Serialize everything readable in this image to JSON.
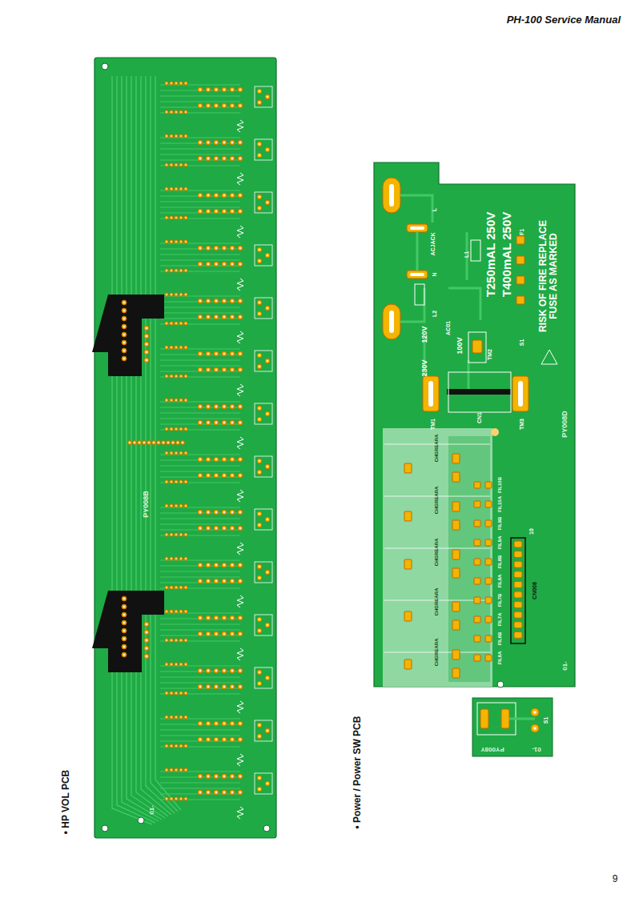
{
  "diagram": {
    "title": "PH-100 Service Manual",
    "nodes": [
      {
        "text": [
          "• HP VOL PCB"
        ]
      },
      {
        "text": [
          "• Power / Power SW PCB"
        ]
      }
    ],
    "labels": [
      "ACJACK",
      "L",
      "N",
      "L1",
      "L2",
      "AC01",
      "T250mAL 250V",
      "T400mAL 250V",
      "F1",
      "RISK OF FIRE REPLACE FUSE AS MARKED",
      "230V",
      "120V",
      "100V",
      "TM1",
      "TM2",
      "CN1",
      "TM3",
      "S1",
      "PY008D",
      "CHGREARA",
      "CHGREARA",
      "CHGREARA",
      "CHGREARA",
      "CHGREARA",
      "FIL10B",
      "FIL10A",
      "FIL9B",
      "FIL9A",
      "FIL8B",
      "FIL8A",
      "FIL7B",
      "FIL7A",
      "FIL6B",
      "FIL6A",
      "10",
      "CN008",
      "01-",
      "S1",
      "PY008Y",
      "01-",
      "PY008B",
      "01-",
      "9"
    ]
  }
}
